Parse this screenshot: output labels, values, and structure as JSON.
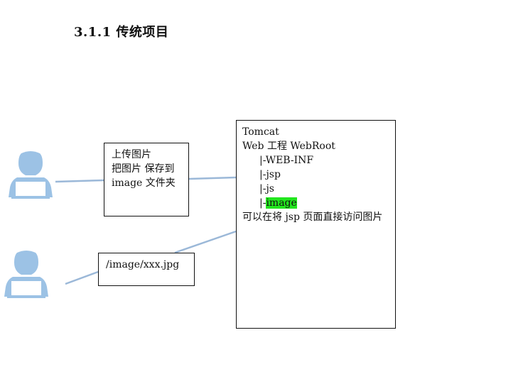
{
  "title": "3.1.1 传统项目",
  "upload_box": {
    "lines": [
      "上传图片",
      "把图片 保存到",
      "image 文件夹"
    ]
  },
  "url_box": {
    "text": "/image/xxx.jpg"
  },
  "server_box": {
    "tomcat": "Tomcat",
    "project": "Web 工程 WebRoot",
    "entries": [
      {
        "prefix": "|-",
        "name": "WEB-INF"
      },
      {
        "prefix": "|-",
        "name": "jsp"
      },
      {
        "prefix": "|-",
        "name": "js"
      },
      {
        "prefix": "|-",
        "name": "image"
      }
    ],
    "note": "可以在将 jsp 页面直接访问图片"
  },
  "colors": {
    "user_icon": "#9cc2e5",
    "connector": "#9bb8d8",
    "highlight": "#22e61e"
  },
  "icons": [
    "user-icon",
    "user-icon"
  ]
}
